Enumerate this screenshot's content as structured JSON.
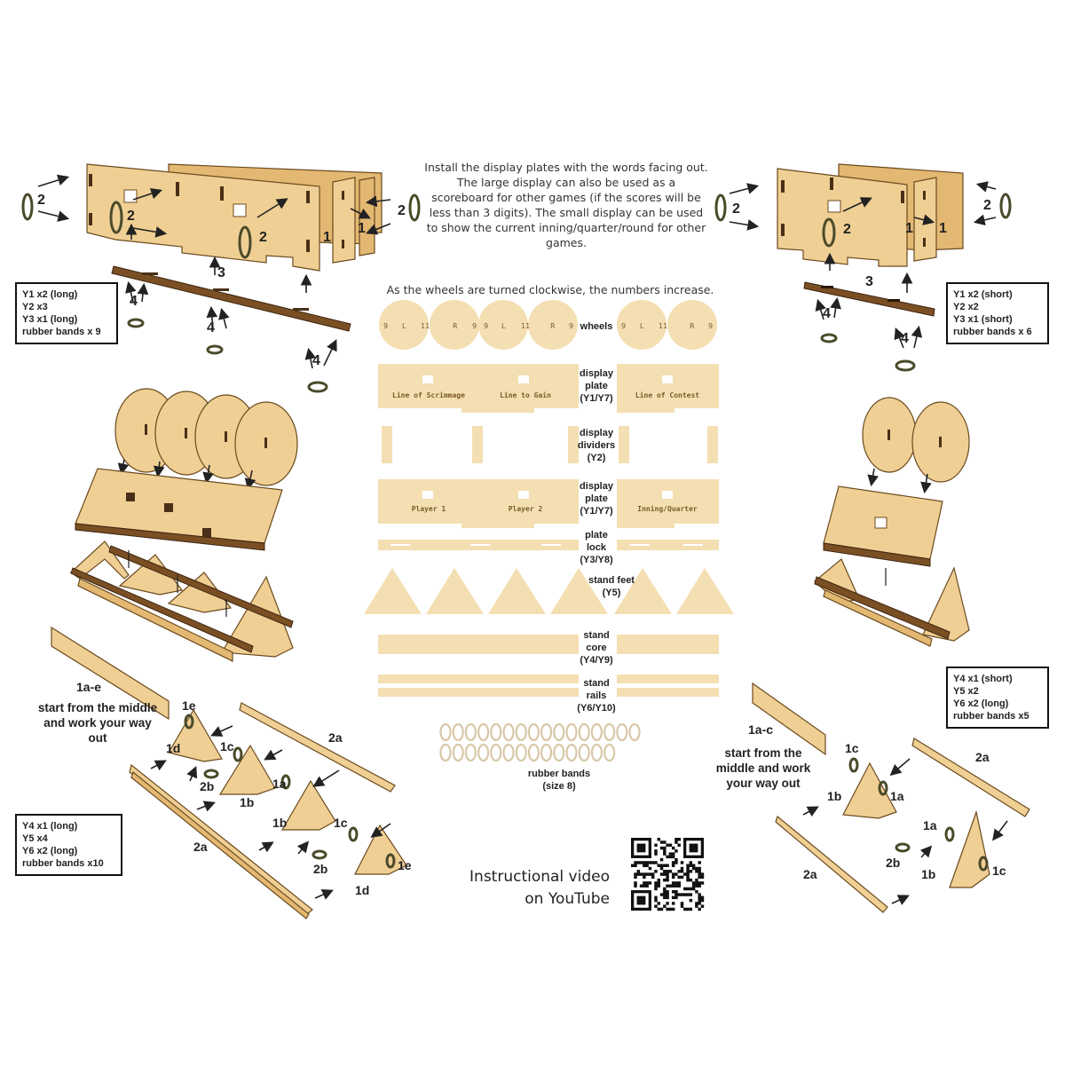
{
  "intro_text": "Install the display plates with the words facing out. The large display can also be used as a scoreboard for other games (if the scores will be less than 3 digits). The small display can be used to show the current inning/quarter/round for other games.",
  "wheels_note": "As the wheels are turned clockwise, the numbers increase.",
  "parts_left_top": {
    "lines": [
      "Y1 x2 (long)",
      "Y2 x3",
      "Y3 x1 (long)",
      "rubber bands x 9"
    ]
  },
  "parts_right_top": {
    "lines": [
      "Y1 x2 (short)",
      "Y2 x2",
      "Y3 x1 (short)",
      "rubber bands x 6"
    ]
  },
  "parts_left_bottom": {
    "lines": [
      "Y4 x1 (long)",
      "Y5 x4",
      "Y6 x2 (long)",
      "rubber bands x10"
    ]
  },
  "parts_right_bottom": {
    "lines": [
      "Y4 x1 (short)",
      "Y5 x2",
      "Y6 x2 (long)",
      "rubber bands x5"
    ]
  },
  "step_labels": {
    "one": "1",
    "two": "2",
    "three": "3",
    "four": "4",
    "s1a": "1a",
    "s1b": "1b",
    "s1c": "1c",
    "s1d": "1d",
    "s1e": "1e",
    "s2a": "2a",
    "s2b": "2b",
    "s1ae": "1a-e",
    "s1ac": "1a-c"
  },
  "start_note_left": "start from the middle and work your way out",
  "start_note_right": "start from the middle and work your way out",
  "part_labels": {
    "wheels": "wheels",
    "display_plate_1": [
      "display",
      "plate",
      "(Y1/Y7)"
    ],
    "display_dividers": [
      "display",
      "dividers",
      "(Y2)"
    ],
    "display_plate_2": [
      "display",
      "plate",
      "(Y1/Y7)"
    ],
    "plate_lock": [
      "plate",
      "lock",
      "(Y3/Y8)"
    ],
    "stand_feet": [
      "stand feet",
      "(Y5)"
    ],
    "stand_core": [
      "stand",
      "core",
      "(Y4/Y9)"
    ],
    "stand_rails": [
      "stand",
      "rails",
      "(Y6/Y10)"
    ],
    "rubber_bands": [
      "rubber bands",
      "(size 8)"
    ]
  },
  "plate_texts": {
    "scrimmage": "Line of Scrimmage",
    "gain": "Line to Gain",
    "contest": "Line of Contest",
    "player1": "Player 1",
    "player2": "Player 2",
    "inning": "Inning/Quarter"
  },
  "wheel_marks": {
    "nine": "9",
    "eleven": "11",
    "l": "L",
    "r": "R"
  },
  "video_text": [
    "Instructional video",
    "on YouTube"
  ]
}
